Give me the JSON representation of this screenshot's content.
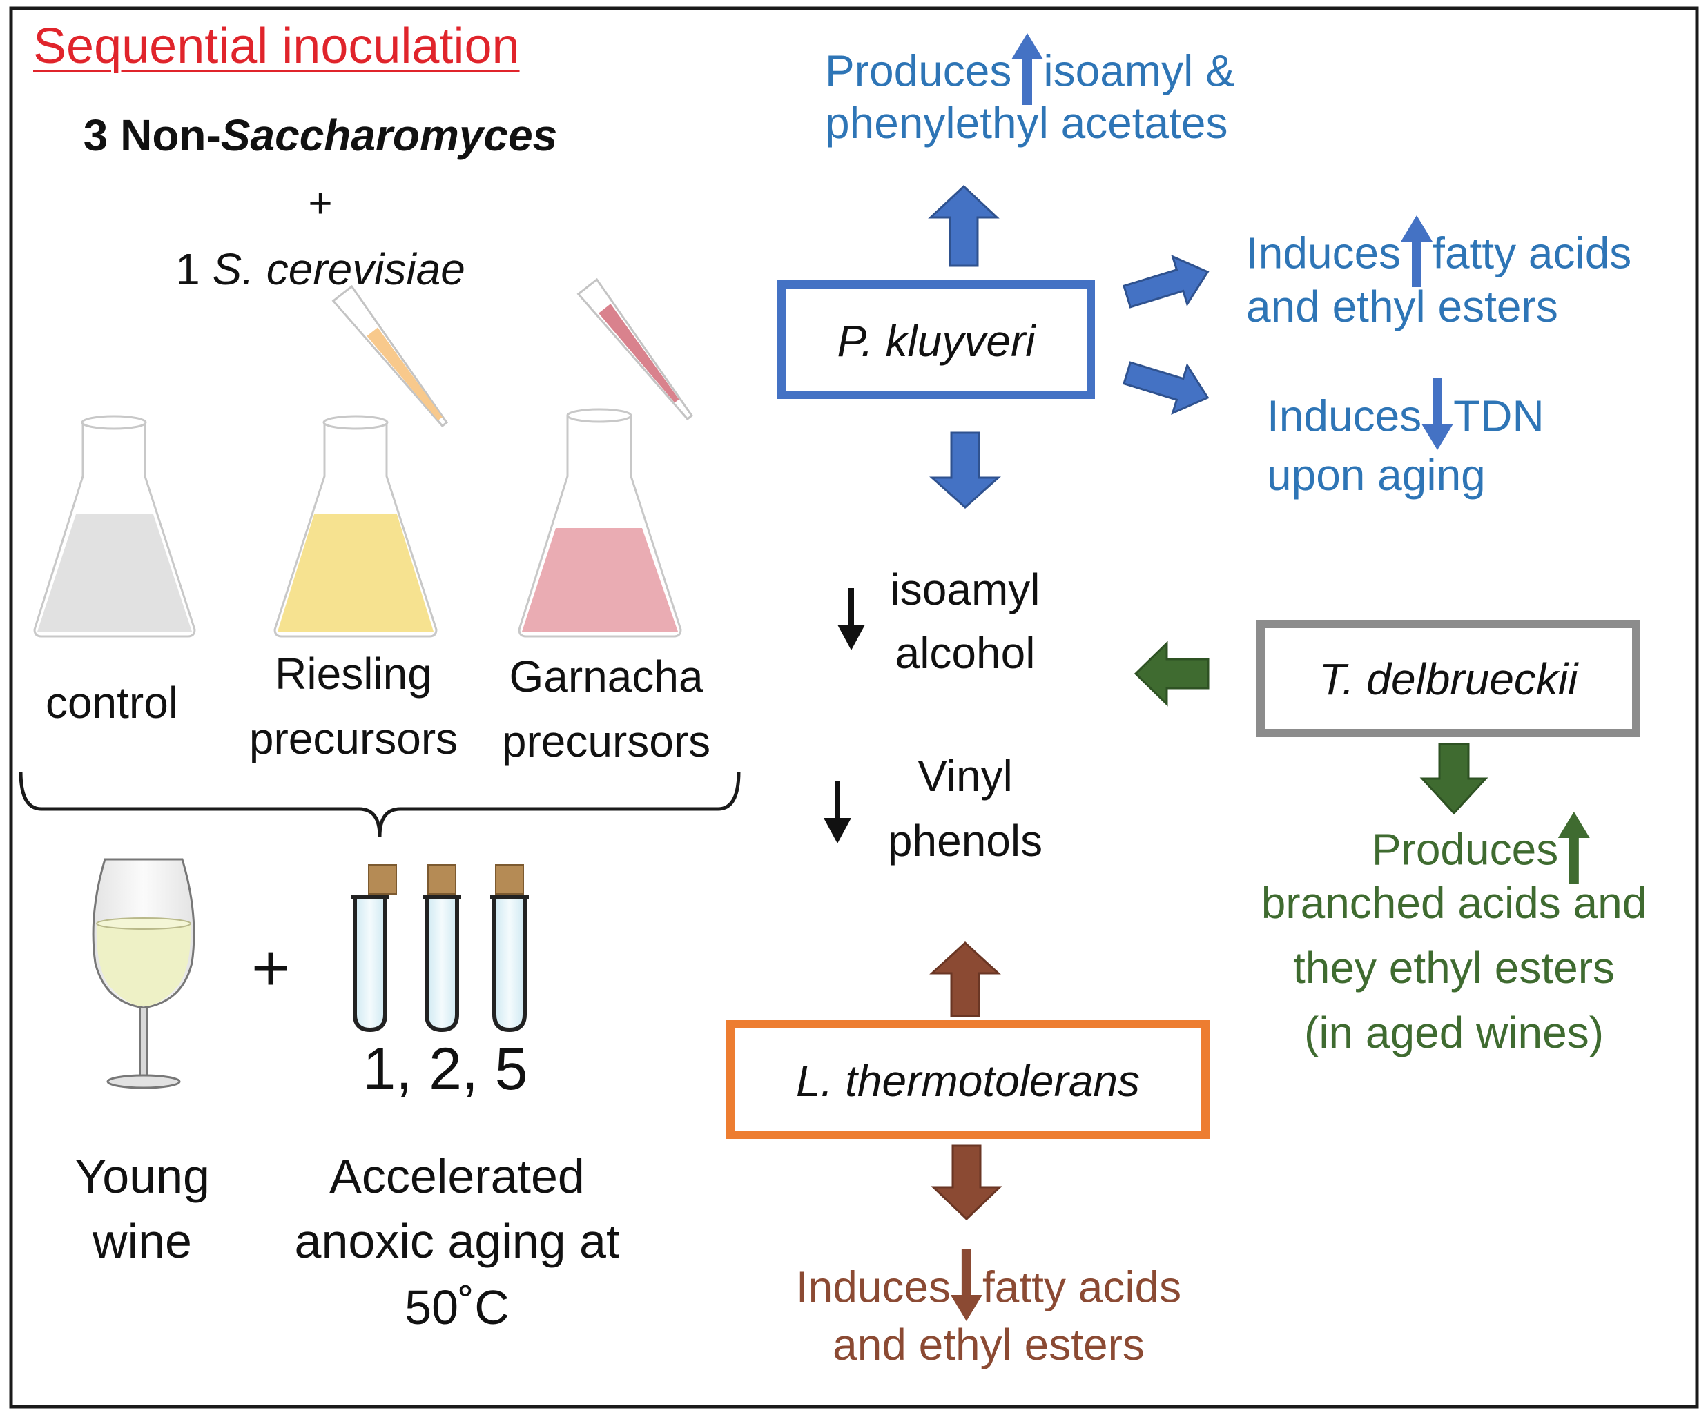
{
  "title": "Sequential inoculation",
  "inoculum": {
    "line1_prefix": "3 Non-",
    "line1_italic": "Saccharomyces",
    "plus": "+",
    "line3_prefix": "1 ",
    "line3_italic": "S. cerevisiae"
  },
  "flasks": [
    {
      "label_line1": "control",
      "label_line2": "",
      "color": "#dcdcdc"
    },
    {
      "label_line1": "Riesling",
      "label_line2": "precursors",
      "color": "#f5df84"
    },
    {
      "label_line1": "Garnacha",
      "label_line2": "precursors",
      "color": "#e8a3ab"
    }
  ],
  "aging": {
    "plus": "+",
    "tube_numbers": "1, 2, 5",
    "young_wine_line1": "Young",
    "young_wine_line2": "wine",
    "accelerated_line1": "Accelerated",
    "accelerated_line2": "anoxic aging at",
    "accelerated_line3": "50˚C"
  },
  "yeasts": {
    "kluyveri": {
      "name": "P. kluyveri",
      "border_color": "#4472c4"
    },
    "delbrueckii": {
      "name": "T. delbrueckii",
      "border_color": "#8c8c8c"
    },
    "thermotolerans": {
      "name": "L. thermotolerans",
      "border_color": "#ed7d31"
    }
  },
  "effects": {
    "kluyveri_up": {
      "prefix": "Produces",
      "line1_rest": "isoamyl &",
      "line2": "phenylethyl acetates",
      "direction": "up"
    },
    "kluyveri_right1": {
      "prefix": "Induces",
      "line1_rest": "fatty acids",
      "line2": "and ethyl esters",
      "direction": "up"
    },
    "kluyveri_right2": {
      "prefix": "Induces",
      "line1_rest": "TDN",
      "line2": "upon aging",
      "direction": "down"
    },
    "isoamyl": {
      "line1": "isoamyl",
      "line2": "alcohol",
      "direction": "down"
    },
    "vinyl": {
      "line1": "Vinyl",
      "line2": "phenols",
      "direction": "down"
    },
    "delbrueckii_down": {
      "line1": "Produces",
      "line2": "branched acids and",
      "line3": "they ethyl esters",
      "line4": "(in aged wines)",
      "direction": "up"
    },
    "thermotolerans_down": {
      "prefix": "Induces",
      "line1_rest": "fatty acids",
      "line2": "and ethyl esters",
      "direction": "down"
    }
  },
  "colors": {
    "blue_text": "#2e75b6",
    "blue_arrow": "#4472c4",
    "green": "#3f6b30",
    "brown": "#8b4a33",
    "red_title": "#e0242b"
  }
}
